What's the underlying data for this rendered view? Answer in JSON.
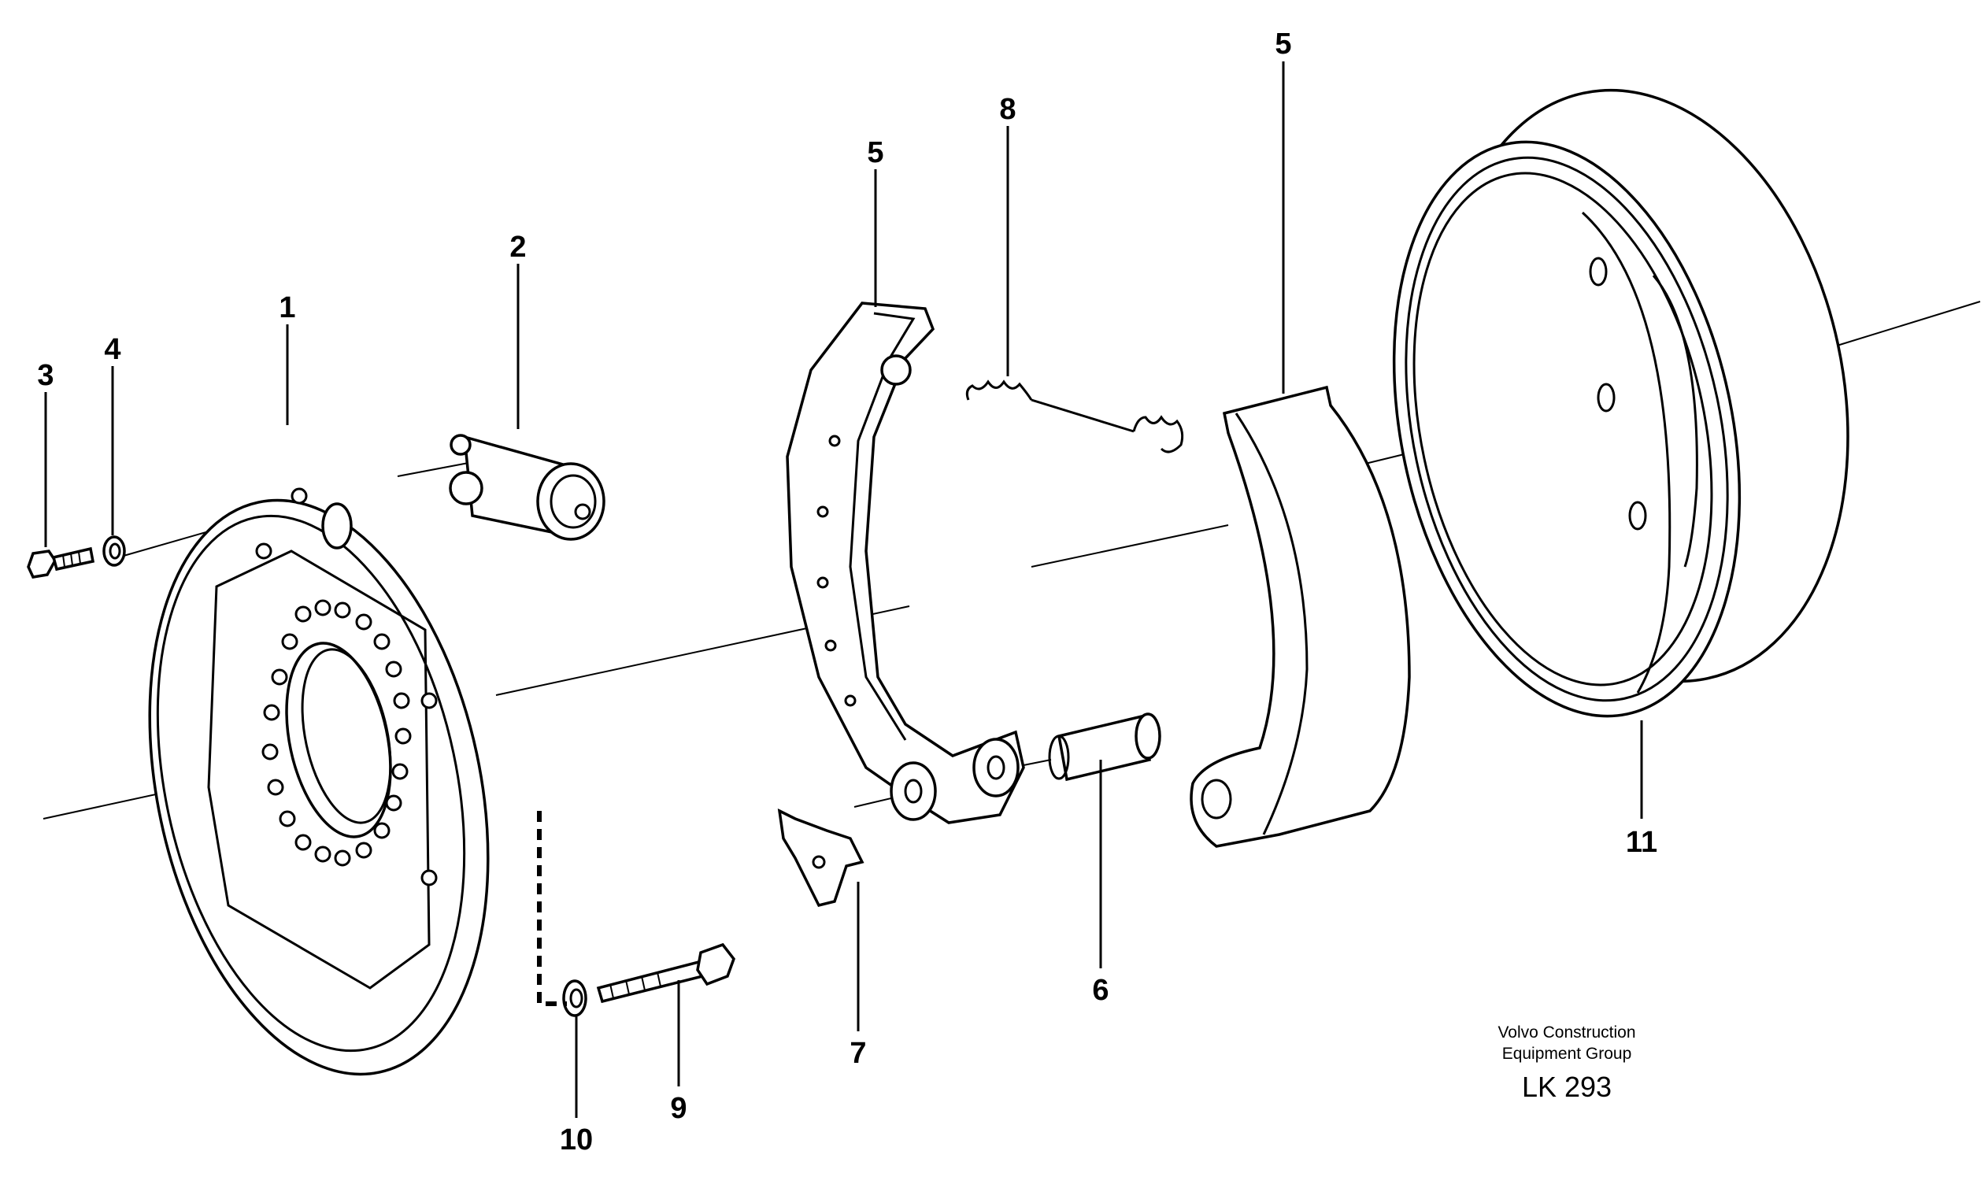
{
  "callouts": {
    "c1": "1",
    "c2": "2",
    "c3": "3",
    "c4": "4",
    "c5a": "5",
    "c5b": "5",
    "c6": "6",
    "c7": "7",
    "c8": "8",
    "c9": "9",
    "c10": "10",
    "c11": "11"
  },
  "credit": {
    "line1": "Volvo Construction",
    "line2": "Equipment Group",
    "code": "LK 293"
  }
}
